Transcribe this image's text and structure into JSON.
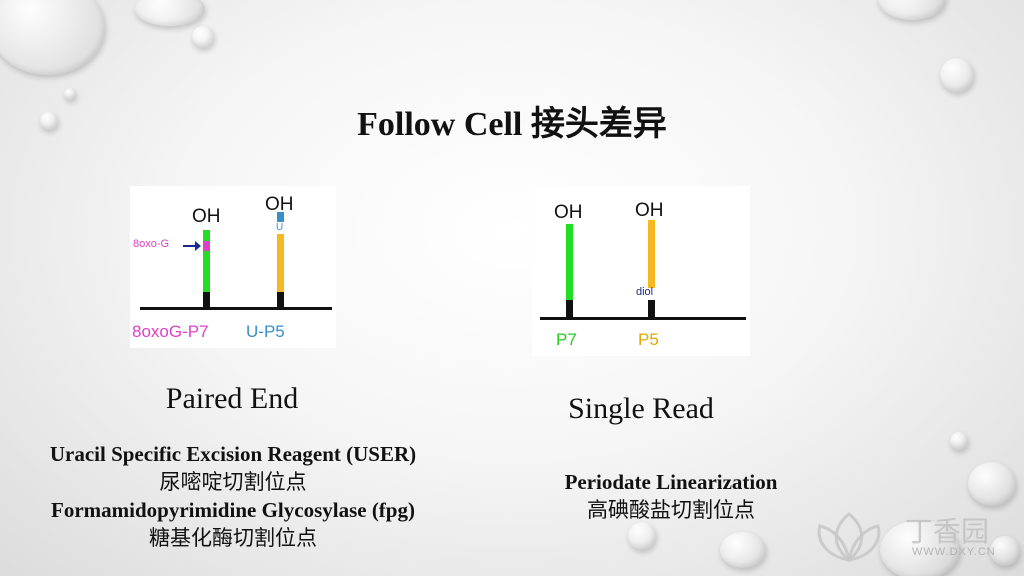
{
  "slide": {
    "title": "Follow Cell 接头差异"
  },
  "paired_end": {
    "oh_left": "OH",
    "oh_right": "OH",
    "mark_u": "U",
    "label_8oxo": "8oxo-G",
    "strand_left_label": "8oxoG-P7",
    "strand_right_label": "U-P5",
    "caption": "Paired End",
    "desc_lines": [
      "Uracil Specific Excision Reagent (USER)",
      "尿嘧啶切割位点",
      "Formamidopyrimidine Glycosylase (fpg)",
      "糖基化酶切割位点"
    ]
  },
  "single_read": {
    "oh_left": "OH",
    "oh_right": "OH",
    "mark_diol": "diol",
    "strand_left_label": "P7",
    "strand_right_label": "P5",
    "caption": "Single Read",
    "desc_lines": [
      "Periodate Linearization",
      "高碘酸盐切割位点"
    ]
  },
  "watermark": {
    "brand": "丁香园",
    "url": "WWW.DXY.CN"
  },
  "colors": {
    "green": "#22dd22",
    "orange": "#f5b820",
    "magenta": "#e040c8",
    "blue": "#3a8fc8",
    "navy": "#1a2a8a",
    "gold_text": "#e0a800"
  }
}
